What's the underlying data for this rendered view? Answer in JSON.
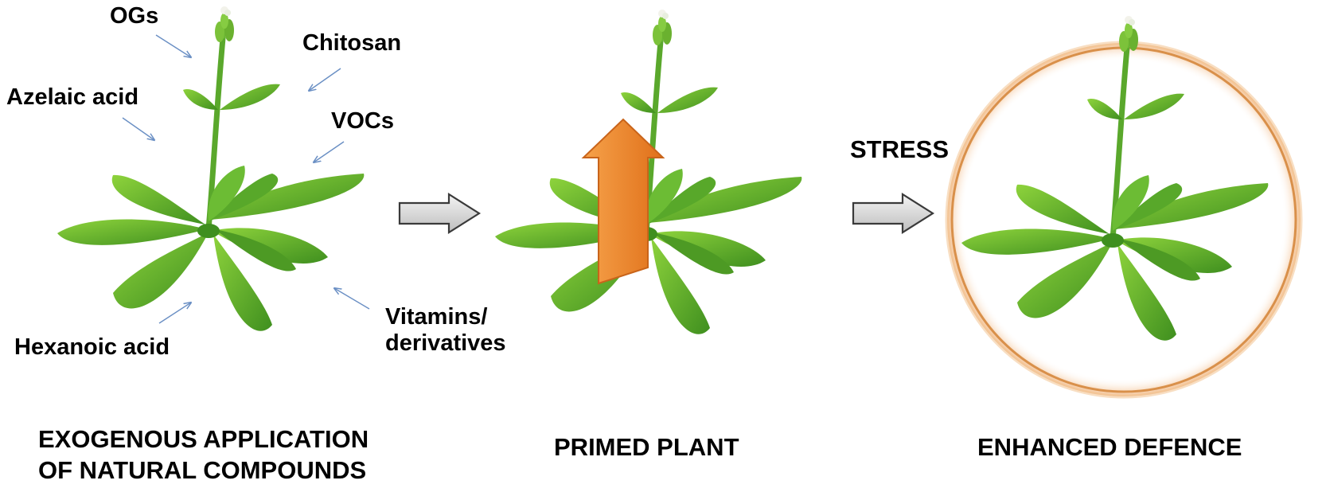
{
  "compounds": {
    "ogs": "OGs",
    "chitosan": "Chitosan",
    "azelaic_acid": "Azelaic acid",
    "vocs": "VOCs",
    "hexanoic_acid": "Hexanoic acid",
    "vitamins": [
      "Vitamins/",
      "derivatives"
    ]
  },
  "stages": {
    "application": [
      "EXOGENOUS APPLICATION",
      "OF NATURAL COMPOUNDS"
    ],
    "primed": "PRIMED PLANT",
    "enhanced": "ENHANCED DEFENCE"
  },
  "stress_label": "STRESS",
  "colors": {
    "leaf_light": "#8ed33c",
    "leaf_dark": "#3f8f1f",
    "stem": "#5aa82c",
    "flower": "#f2f2ea",
    "process_arrow_fill": "#d9d9d9",
    "process_arrow_stroke": "#3a3a3a",
    "up_arrow_fill": "#f08a24",
    "up_arrow_stroke": "#c9641a",
    "glow_ring": "#d9904a",
    "pointer_arrow": "#6a8fc4"
  },
  "icons": {
    "plant": "rosette-plant-icon",
    "process_arrow": "right-arrow-icon",
    "priming_arrow": "up-arrow-icon",
    "defence_halo": "glow-circle-icon"
  }
}
